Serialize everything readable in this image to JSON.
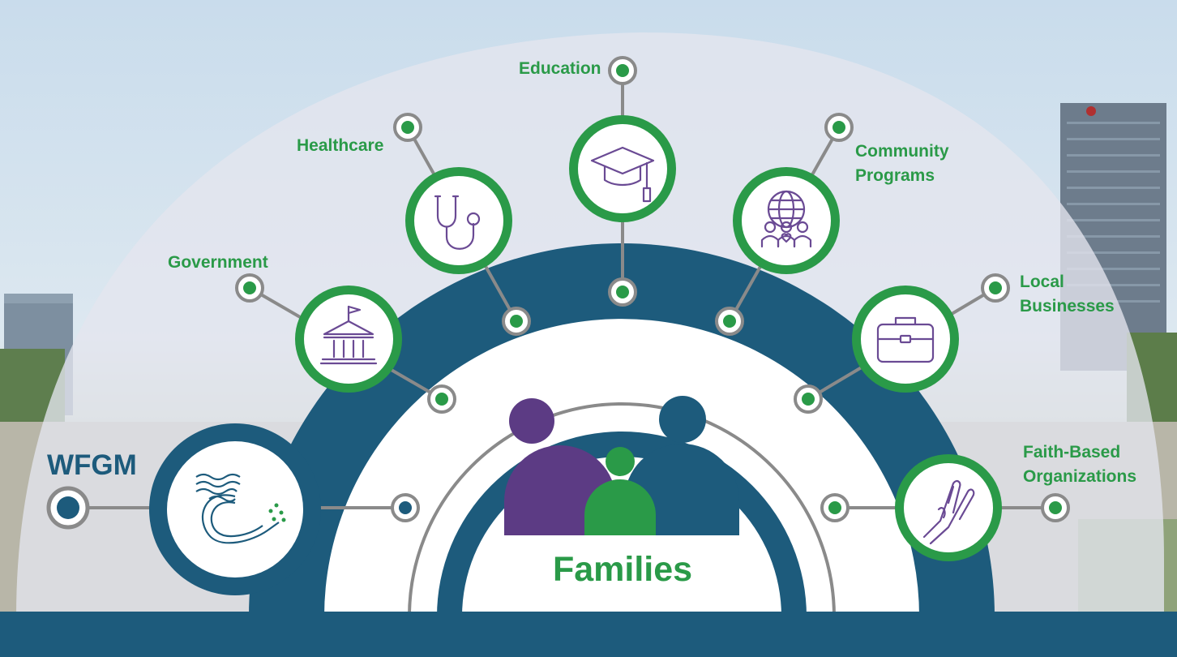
{
  "center": {
    "label": "Families"
  },
  "source": {
    "label": "WFGM"
  },
  "sectors": [
    {
      "label_lines": [
        "Government"
      ],
      "icon": "government-building-icon"
    },
    {
      "label_lines": [
        "Healthcare"
      ],
      "icon": "stethoscope-icon"
    },
    {
      "label_lines": [
        "Education"
      ],
      "icon": "graduation-cap-icon"
    },
    {
      "label_lines": [
        "Community",
        "Programs"
      ],
      "icon": "globe-community-icon"
    },
    {
      "label_lines": [
        "Local",
        "Businesses"
      ],
      "icon": "briefcase-icon"
    },
    {
      "label_lines": [
        "Faith-Based",
        "Organizations"
      ],
      "icon": "praying-hands-icon"
    }
  ],
  "colors": {
    "navy": "#1d5b7c",
    "green": "#2a9a48",
    "purple": "#5c3b84",
    "icon_purple": "#6a4a94",
    "label_green": "#2a9a48",
    "wfgm_blue": "#1d5b7c",
    "gray_line": "#8a8a8a"
  }
}
